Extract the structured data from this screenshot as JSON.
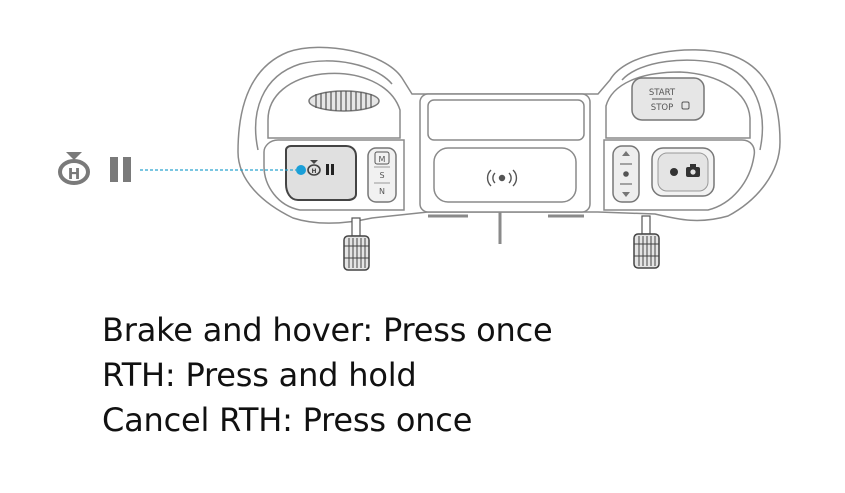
{
  "controller": {
    "start_label": "START",
    "stop_label": "STOP",
    "mode_labels": [
      "M",
      "S",
      "N"
    ],
    "callout_icons": [
      "rth-home-icon",
      "pause-icon"
    ]
  },
  "instructions": [
    "Brake and hover: Press once",
    "RTH: Press and hold",
    "Cancel RTH: Press once"
  ],
  "colors": {
    "outline": "#8a8a8a",
    "button": "#e2e2e2",
    "dot": "#1a9fd8",
    "callout_line": "#2aa4cf",
    "icon": "#7a7a7a"
  }
}
